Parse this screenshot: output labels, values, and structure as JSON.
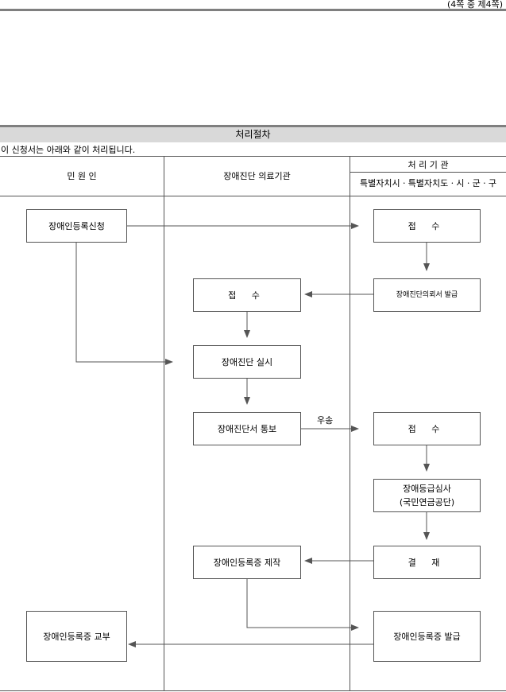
{
  "header": {
    "page_indicator": "(4쪽 중 제4쪽)"
  },
  "section": {
    "title": "처리절차",
    "intro": "이 신청서는 아래와 같이 처리됩니다."
  },
  "columns": {
    "applicant": "민 원 인",
    "hospital": "장애진단 의료기관",
    "agency": "처 리 기 관",
    "agency_sub": "특별자치시ㆍ특별자치도ㆍ시ㆍ군ㆍ구"
  },
  "steps": {
    "apply": "장애인등록신청",
    "receive1": "접 수",
    "issue_request": "장애진단의뢰서 발급",
    "receive2": "접 수",
    "diagnose": "장애진단 실시",
    "notify": "장애진단서 통보",
    "mail_label": "우송",
    "receive3": "접 수",
    "grade_review": "장애등급심사",
    "grade_review_org": "(국민연금공단)",
    "approve": "결 재",
    "make_card": "장애인등록증 제작",
    "issue_card": "장애인등록증 발급",
    "deliver_card": "장애인등록증 교부"
  }
}
